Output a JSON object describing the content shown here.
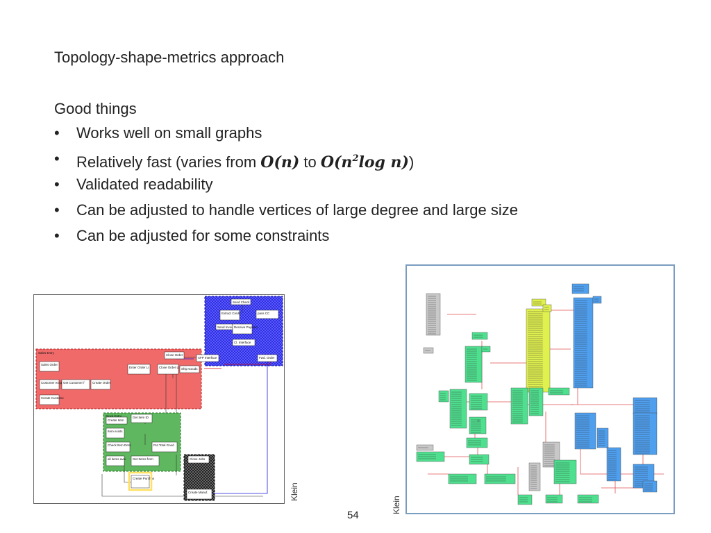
{
  "slide": {
    "title": "Topology-shape-metrics approach",
    "section_heading": "Good things",
    "bullets": [
      {
        "text": "Works well on small graphs"
      },
      {
        "prefix": "Relatively fast (varies from ",
        "math1": "O(n)",
        "middle": " to ",
        "math2_base": "O(n",
        "math2_sup": "2",
        "math2_rest": "log n)",
        "suffix": ")"
      },
      {
        "text": "Validated readability"
      },
      {
        "text": "Can be adjusted to handle vertices of large degree and large size"
      },
      {
        "text": "Can be adjusted for some constraints"
      }
    ],
    "bullet_symbol": "•",
    "credit_left": "Klein",
    "credit_right": "Klein",
    "page_number": "54"
  },
  "figure_left": {
    "nodes": [
      {
        "id": "n1",
        "label": "Send Check"
      },
      {
        "id": "n2",
        "label": "Extract Credit Card"
      },
      {
        "id": "n3",
        "label": "pass CC"
      },
      {
        "id": "n4",
        "label": "Send Invoice"
      },
      {
        "id": "n5",
        "label": "Receive Payment"
      },
      {
        "id": "n6",
        "label": "Cl. Interface"
      },
      {
        "id": "n7",
        "label": "Close Order"
      },
      {
        "id": "n8",
        "label": "XFP Interface"
      },
      {
        "id": "n9",
        "label": "Fwd. Order"
      },
      {
        "id": "n10",
        "label": "Sales Order"
      },
      {
        "id": "n11",
        "label": "Enter Order Lines"
      },
      {
        "id": "n12",
        "label": "Close Order Lines"
      },
      {
        "id": "n13",
        "label": "Ship Goods"
      },
      {
        "id": "n14",
        "label": "Customer exists"
      },
      {
        "id": "n15",
        "label": "Get Customer from System"
      },
      {
        "id": "n16",
        "label": "Create Order"
      },
      {
        "id": "n17",
        "label": "Create Customer"
      },
      {
        "id": "n18",
        "label": "Create Item"
      },
      {
        "id": "n19",
        "label": "Get Item ID"
      },
      {
        "id": "n20",
        "label": "Item exists"
      },
      {
        "id": "n21",
        "label": "Check Item Demand"
      },
      {
        "id": "n22",
        "label": "Put Total Goods in PDI"
      },
      {
        "id": "n23",
        "label": "all items available"
      },
      {
        "id": "n24",
        "label": "Get Items from Stock"
      },
      {
        "id": "n25",
        "label": "Close Jobs"
      },
      {
        "id": "n26",
        "label": "Create Purchase PO"
      },
      {
        "id": "n27",
        "label": "Create Manuf. Flow Jobs"
      }
    ],
    "groups": [
      {
        "id": "g_finance",
        "color": "#3b3bff"
      },
      {
        "id": "g_sales",
        "color": "#ef4f4f",
        "label": "Sales Entry"
      },
      {
        "id": "g_stock",
        "color": "#3fa03f",
        "label": "Stock Entry"
      },
      {
        "id": "g_manuf",
        "color": "#333333"
      }
    ]
  },
  "figure_right": {
    "palette": {
      "gray": "#c8c8c8",
      "green": "#4fe08f",
      "yellow": "#dff04f",
      "blue": "#4f9fef",
      "edge": "#e05050"
    }
  }
}
